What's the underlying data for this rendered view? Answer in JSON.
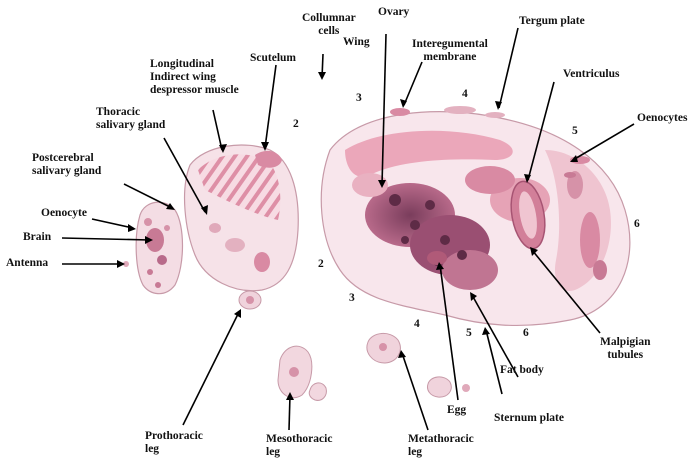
{
  "labels": {
    "collumnar_cells": "Collumnar\ncells",
    "wing": "Wing",
    "ovary": "Ovary",
    "tergum_plate": "Tergum plate",
    "interegumental_membrane": "Interegumental\nmembrane",
    "scutelum": "Scutelum",
    "longitudinal_muscle": "Longitudinal\nIndirect wing\ndespressor muscle",
    "ventriculus": "Ventriculus",
    "oenocytes": "Oenocytes",
    "thoracic_salivary_gland": "Thoracic\nsalivary gland",
    "postcerebral_salivary_gland": "Postcerebral\nsalivary gland",
    "oenocyte": "Oenocyte",
    "brain": "Brain",
    "antenna": "Antenna",
    "malpigian_tubules": "Malpigian\ntubules",
    "fat_body": "Fat body",
    "egg": "Egg",
    "sternum_plate": "Sternum plate",
    "prothoracic_leg": "Prothoracic\nleg",
    "mesothoracic_leg": "Mesothoracic\nleg",
    "metathoracic_leg": "Metathoracic\nleg"
  },
  "segment_numbers": {
    "tergite_2": "2",
    "tergite_3": "3",
    "tergite_4": "4",
    "tergite_5": "5",
    "tergite_6": "6",
    "sternite_2": "2",
    "sternite_3": "3",
    "sternite_4": "4",
    "sternite_5": "5",
    "sternite_6": "6"
  },
  "colors": {
    "tissue_dark": "#b05a78",
    "tissue_mid": "#d98aa3",
    "tissue_light": "#f2c9d4",
    "muscle_stripe": "#e7a9b8",
    "outline": "#c79aa8"
  }
}
